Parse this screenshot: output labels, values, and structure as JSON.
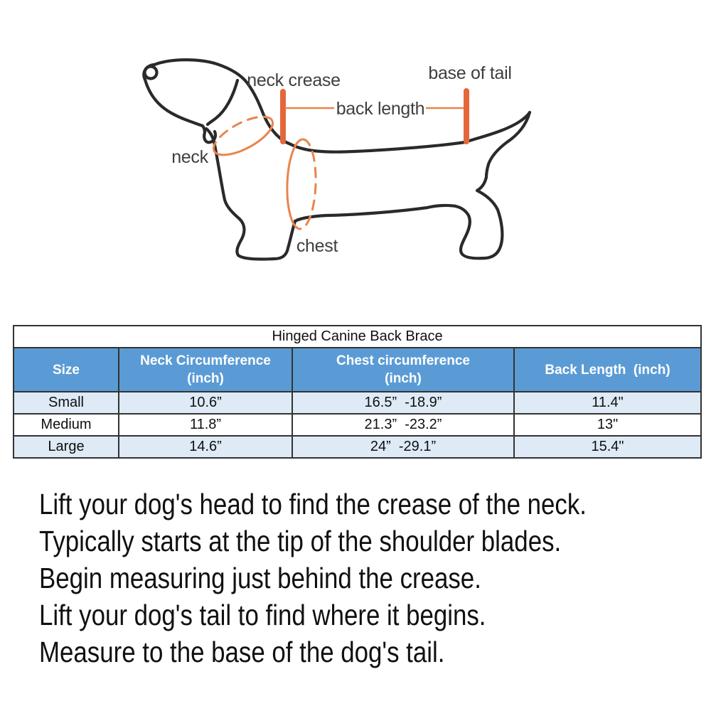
{
  "theme": {
    "header_bg": "#5B9BD5",
    "row_alt_bg": "#DEEAF6",
    "row_bg": "#FFFFFF",
    "border": "#333333",
    "annotation": "#E8854C",
    "bar": "#E4673C",
    "outline": "#2A2A2A",
    "label": "#3F3F3F",
    "text": "#101010"
  },
  "diagram": {
    "labels": {
      "neck_crease": "neck crease",
      "base_of_tail": "base of tail",
      "back_length": "back length",
      "neck": "neck",
      "chest": "chest"
    }
  },
  "sizing_table": {
    "title": "Hinged Canine Back Brace",
    "headers": [
      "Size",
      "Neck Circumference\n(inch)",
      "Chest circumference\n(inch)",
      "Back Length  (inch)"
    ],
    "rows": [
      {
        "size": "Small",
        "neck": "10.6”",
        "chest": "16.5”  -18.9”",
        "back": "11.4\""
      },
      {
        "size": "Medium",
        "neck": "11.8”",
        "chest": "21.3”  -23.2”",
        "back": "13\""
      },
      {
        "size": "Large",
        "neck": "14.6”",
        "chest": "24”  -29.1”",
        "back": "15.4\""
      }
    ]
  },
  "instructions": {
    "lines": [
      "Lift your dog's head to find the crease of the neck.",
      "Typically starts at the tip of the shoulder blades.",
      "Begin measuring just behind the crease.",
      "Lift your dog's tail to find where it begins.",
      "Measure to the base of the dog's tail."
    ]
  }
}
